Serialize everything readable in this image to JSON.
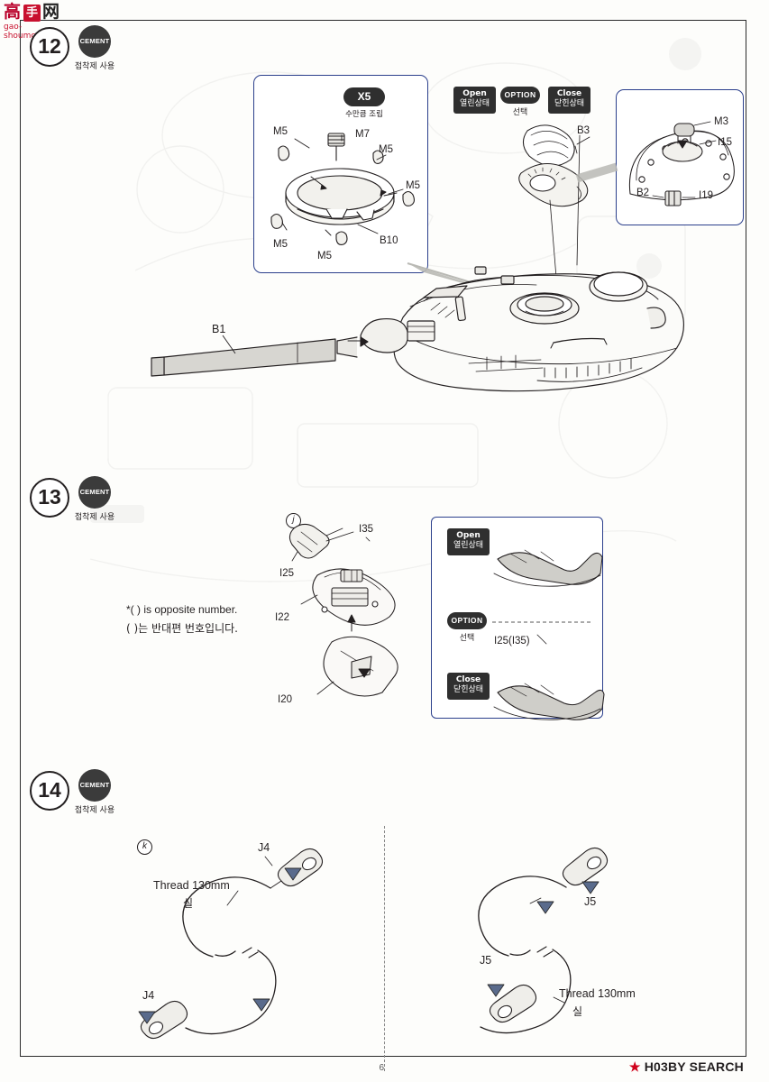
{
  "watermark": {
    "cn_left": "高",
    "box_char": "手",
    "cn_right": "网",
    "url": "gao-shoumo.com"
  },
  "footer": {
    "page_number": "6",
    "brand_prefix": "H",
    "brand": "H03BY SEARCH",
    "brand_text": "HOBBY SEARCH"
  },
  "steps": [
    {
      "number": "12",
      "cement_badge": "CEMENT",
      "cement_label": "접착제 사용"
    },
    {
      "number": "13",
      "cement_badge": "CEMENT",
      "cement_label": "접착제 사용"
    },
    {
      "number": "14",
      "cement_badge": "CEMENT",
      "cement_label": "접착제 사용"
    }
  ],
  "step12": {
    "x5": {
      "value": "X5",
      "label": "수만큼 조립"
    },
    "part_labels": [
      "M5",
      "M7",
      "M5",
      "M5",
      "M5",
      "M5",
      "B10",
      "B1",
      "B3",
      "M3",
      "I15",
      "B2",
      "I19"
    ],
    "open_pill": {
      "title": "Open",
      "sub": "열린상태"
    },
    "option_pill": {
      "title": "OPTION",
      "sub": "선택"
    },
    "close_pill": {
      "title": "Close",
      "sub": "닫힌상태"
    },
    "callout_left_labels": {
      "m5_a": "M5",
      "m7": "M7",
      "m5_b": "M5",
      "m5_c": "M5",
      "m5_d": "M5",
      "m5_e": "M5",
      "b10": "B10"
    },
    "callout_right_labels": {
      "m3": "M3",
      "i15": "I15",
      "b2": "B2",
      "i19": "I19"
    },
    "barrel_label": "B1",
    "hatch_label": "B3"
  },
  "step13": {
    "marker_letter": "j",
    "labels": {
      "i35": "I35",
      "i25": "I25",
      "i22": "I22",
      "i20": "I20"
    },
    "note_en": "*(   ) is opposite number.",
    "note_kr": "(   )는 반대편 번호입니다.",
    "open_pill": {
      "title": "Open",
      "sub": "열린상태"
    },
    "option_pill": {
      "title": "OPTION",
      "sub": "선택"
    },
    "close_pill": {
      "title": "Close",
      "sub": "닫힌상태"
    },
    "option_labels": [
      "I25(I35)",
      "I25(I35)"
    ]
  },
  "step14": {
    "marker_letter": "k",
    "left": {
      "thread_label": "Thread 130mm",
      "thread_kr": "실",
      "part_top": "J4",
      "part_bottom": "J4"
    },
    "right": {
      "thread_label": "Thread 130mm",
      "thread_kr": "실",
      "part_top": "J5",
      "part_bottom": "J5"
    }
  }
}
